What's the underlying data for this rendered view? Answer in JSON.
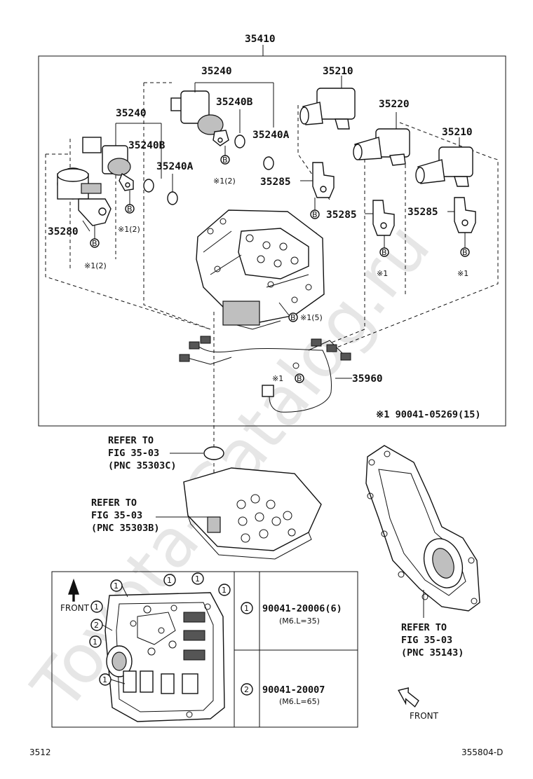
{
  "watermark": "Toyota-Catalog.ru",
  "assembly_label": "35410",
  "callouts": {
    "c35240_a": "35240",
    "c35240_b": "35240",
    "c35240B_a": "35240B",
    "c35240B_b": "35240B",
    "c35240A_a": "35240A",
    "c35240A_b": "35240A",
    "c35210_a": "35210",
    "c35210_b": "35210",
    "c35220": "35220",
    "c35285_a": "35285",
    "c35285_b": "35285",
    "c35285_c": "35285",
    "c35280": "35280",
    "c35960": "35960"
  },
  "bolt_marks": {
    "b": "B",
    "ref12": "※1(2)",
    "ref1": "※1",
    "ref15": "※1(5)"
  },
  "note_bolt": "※1 90041-05269(15)",
  "refer_blocks": [
    {
      "l1": "REFER TO",
      "l2": "FIG 35-03",
      "l3": "(PNC 35303C)"
    },
    {
      "l1": "REFER TO",
      "l2": "FIG 35-03",
      "l3": "(PNC 35303B)"
    },
    {
      "l1": "REFER TO",
      "l2": "FIG 35-03",
      "l3": "(PNC 35143)"
    }
  ],
  "inset": {
    "front_label": "FRONT",
    "marker1": "1",
    "marker2": "2",
    "legend": [
      {
        "num": "1",
        "part": "90041-20006(6)",
        "spec": "(M6.L=35)"
      },
      {
        "num": "2",
        "part": "90041-20007",
        "spec": "(M6.L=65)"
      }
    ]
  },
  "front_arrow_label": "FRONT",
  "footer": {
    "left": "3512",
    "right": "355804-D"
  }
}
